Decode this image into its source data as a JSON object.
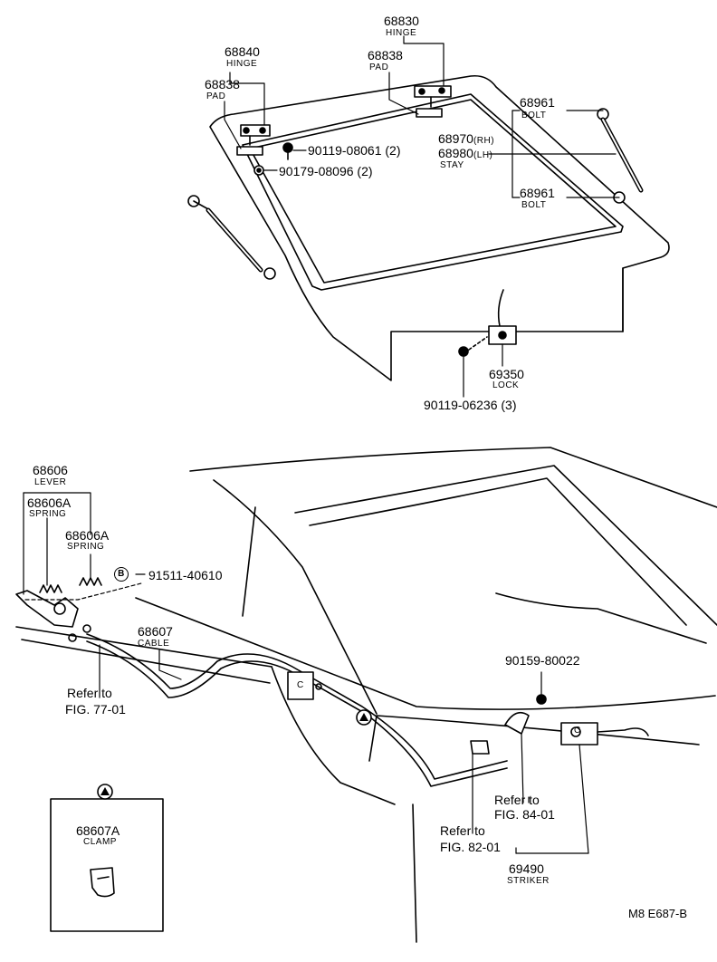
{
  "callouts": {
    "hinge_rh": {
      "part": "68830",
      "name": "HINGE"
    },
    "pad_rh": {
      "part": "68838",
      "name": "PAD"
    },
    "hinge_lh": {
      "part": "68840",
      "name": "HINGE"
    },
    "pad_lh": {
      "part": "68838",
      "name": "PAD"
    },
    "bolt_upper": {
      "part": "68961",
      "name": "BOLT"
    },
    "stay_rh": {
      "part": "68970",
      "side": "(RH)"
    },
    "stay_lh": {
      "part": "68980",
      "side": "(LH)",
      "name": "STAY"
    },
    "bolt_lower": {
      "part": "68961",
      "name": "BOLT"
    },
    "screw_hinge": {
      "part": "90119-08061",
      "qty": "(2)"
    },
    "nut_hinge": {
      "part": "90179-08096",
      "qty": "(2)"
    },
    "lock": {
      "part": "69350",
      "name": "LOCK"
    },
    "screw_lock": {
      "part": "90119-06236",
      "qty": "(3)"
    },
    "lever": {
      "part": "68606",
      "name": "LEVER"
    },
    "spring_a": {
      "part": "68606A",
      "name": "SPRING"
    },
    "spring_b": {
      "part": "68606A",
      "name": "SPRING"
    },
    "clip_b": {
      "marker": "B",
      "part": "91511-40610"
    },
    "cable": {
      "part": "68607",
      "name": "CABLE"
    },
    "screw_striker": {
      "part": "90159-80022"
    },
    "ref_77": {
      "line1": "Refer to",
      "line2": "FIG. 77-01"
    },
    "ref_84": {
      "line1": "Refer to",
      "line2": "FIG. 84-01"
    },
    "ref_82": {
      "line1": "Refer to",
      "line2": "FIG. 82-01"
    },
    "striker": {
      "part": "69490",
      "name": "STRIKER"
    },
    "clamp": {
      "part": "68607A",
      "name": "CLAMP"
    },
    "inline_c1": "C",
    "inline_c2": "C"
  },
  "footer_code": "M8  E687-B"
}
